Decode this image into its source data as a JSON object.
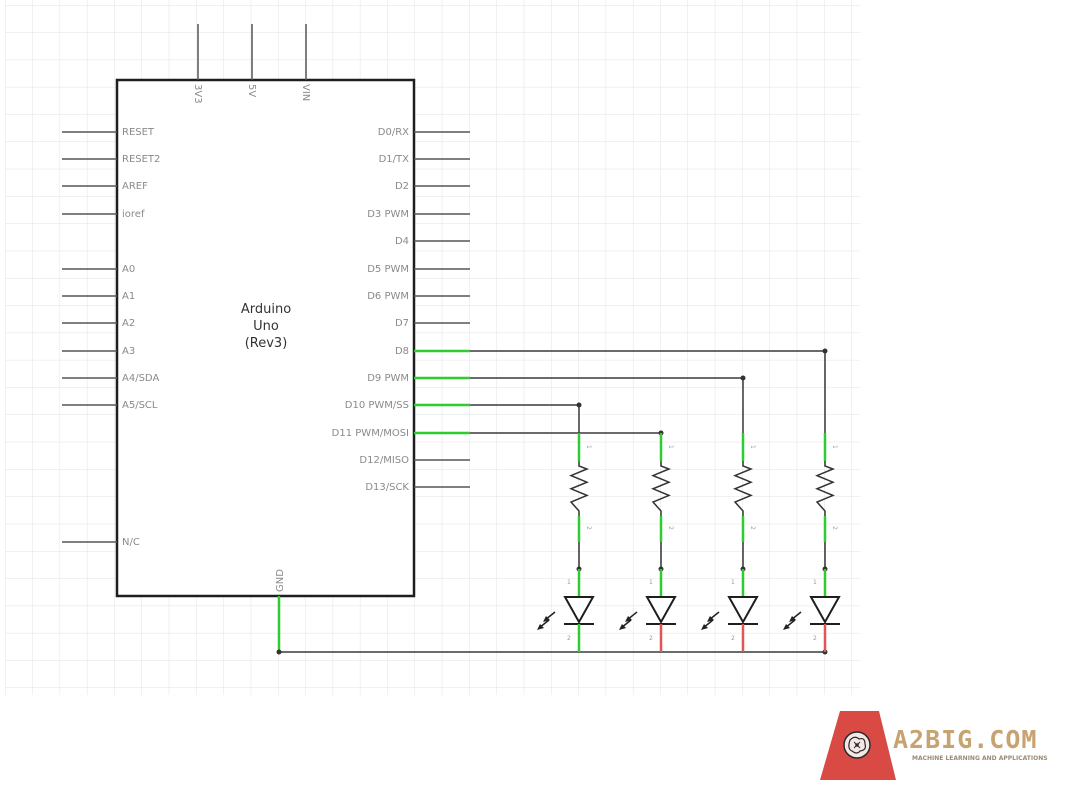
{
  "board": {
    "name_lines": [
      "Arduino",
      "Uno",
      "(Rev3)"
    ],
    "top_pins": [
      "3V3",
      "5V",
      "VIN"
    ],
    "left_pins": [
      "RESET",
      "RESET2",
      "AREF",
      "ioref",
      "A0",
      "A1",
      "A2",
      "A3",
      "A4/SDA",
      "A5/SCL",
      "N/C"
    ],
    "right_pins": [
      "D0/RX",
      "D1/TX",
      "D2",
      "D3 PWM",
      "D4",
      "D5 PWM",
      "D6 PWM",
      "D7",
      "D8",
      "D9 PWM",
      "D10 PWM/SS",
      "D11 PWM/MOSI",
      "D12/MISO",
      "D13/SCK"
    ],
    "bottom_pin": "GND"
  },
  "circuit": {
    "connected_pins": [
      "D8",
      "D9 PWM",
      "D10 PWM/SS",
      "D11 PWM/MOSI"
    ],
    "component_pin_labels": [
      "1",
      "2"
    ],
    "resistor_count": 4,
    "led_count": 4
  },
  "logo": {
    "title": "A2BIG.COM",
    "subtitle": "MACHINE LEARNING AND APPLICATIONS"
  },
  "colors": {
    "grid": "#dfe3e8",
    "wire": "#333333",
    "connected_pin": "#2ecc2e",
    "led_cathode": "#e05555",
    "logo_red": "#d94a45",
    "logo_gold": "#c8a372"
  }
}
